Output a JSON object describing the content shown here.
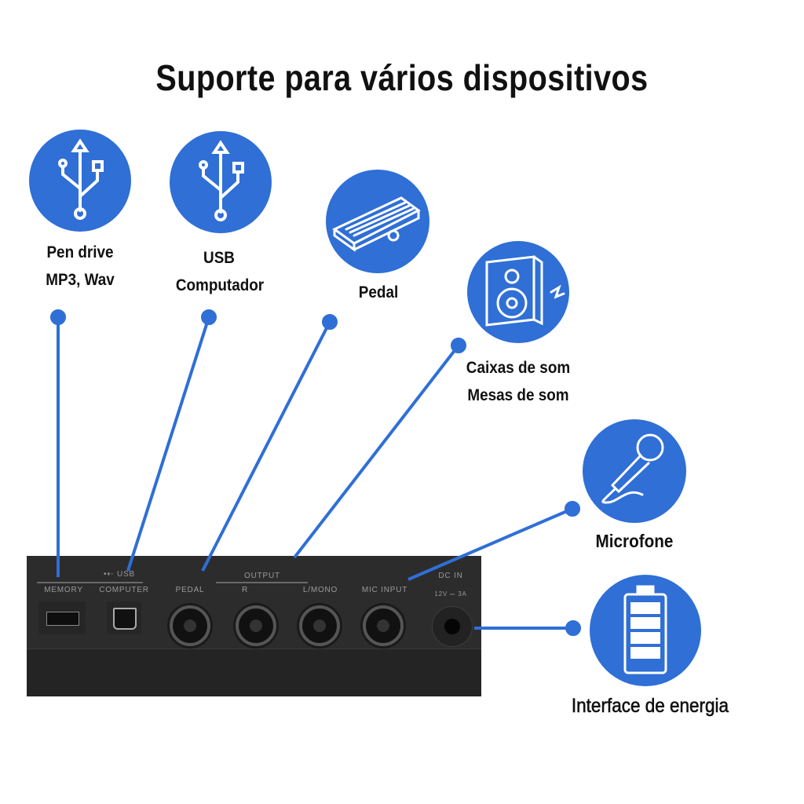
{
  "title": "Suporte para vários dispositivos",
  "accent_color": "#2f6fd6",
  "callouts": [
    {
      "icon": "usb-icon",
      "lines": [
        "Pen drive",
        "MP3, Wav"
      ]
    },
    {
      "icon": "usb-icon",
      "lines": [
        "USB",
        "Computador"
      ]
    },
    {
      "icon": "pedal-icon",
      "lines": [
        "Pedal"
      ]
    },
    {
      "icon": "speaker-icon",
      "lines": [
        "Caixas de som",
        "Mesas de som"
      ]
    },
    {
      "icon": "microphone-icon",
      "lines": [
        "Microfone"
      ]
    },
    {
      "icon": "battery-icon",
      "lines": [
        "Interface de energia"
      ]
    }
  ],
  "panel": {
    "usb_group": "USB",
    "memory": "MEMORY",
    "computer": "COMPUTER",
    "pedal": "PEDAL",
    "output_group": "OUTPUT",
    "r": "R",
    "l_mono": "L/MONO",
    "mic_input": "MIC INPUT",
    "dc_in": "DC IN",
    "dc_spec": "12V ⎓ 3A"
  }
}
